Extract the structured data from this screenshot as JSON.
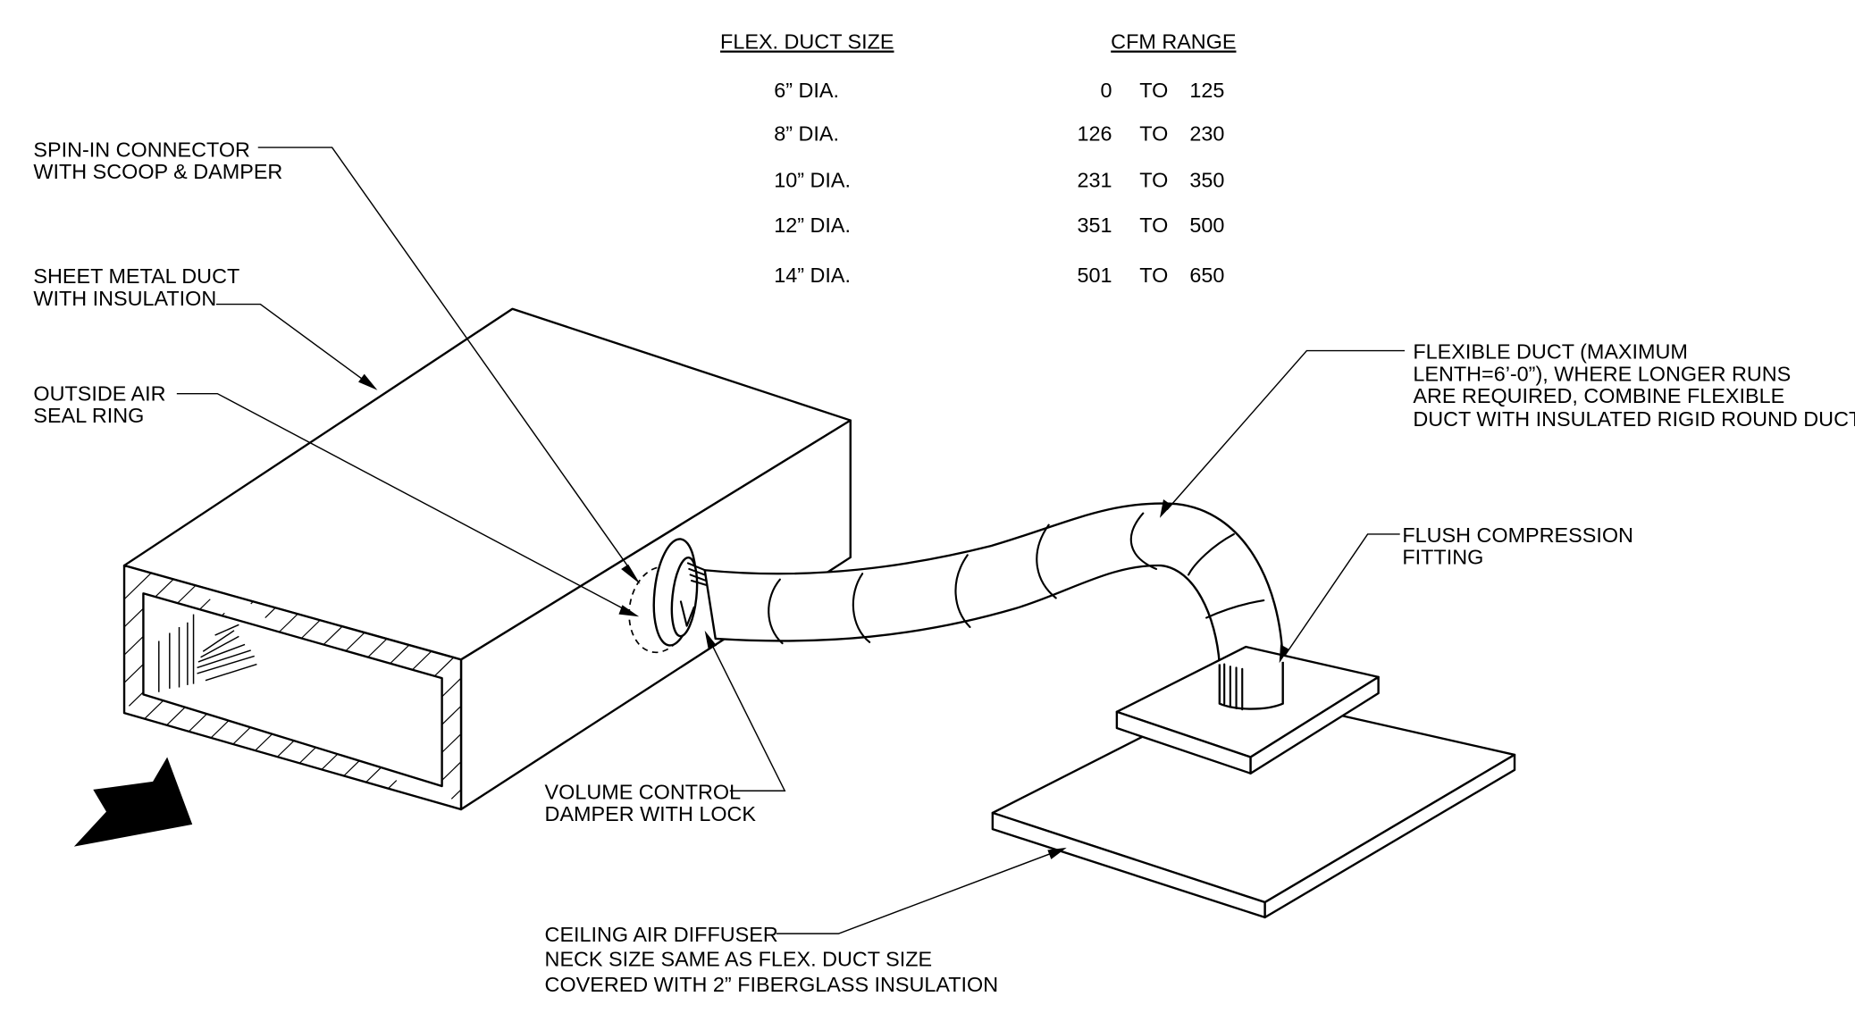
{
  "table": {
    "header_size": "FLEX. DUCT SIZE",
    "header_cfm": "CFM RANGE",
    "rows": [
      {
        "size": "6” DIA.",
        "from": "0",
        "to_word": "TO",
        "to": "125"
      },
      {
        "size": "8” DIA.",
        "from": "126",
        "to_word": "TO",
        "to": "230"
      },
      {
        "size": "10” DIA.",
        "from": "231",
        "to_word": "TO",
        "to": "350"
      },
      {
        "size": "12” DIA.",
        "from": "351",
        "to_word": "TO",
        "to": "500"
      },
      {
        "size": "14” DIA.",
        "from": "501",
        "to_word": "TO",
        "to": "650"
      }
    ]
  },
  "labels": {
    "spin_in": [
      "SPIN-IN CONNECTOR",
      "WITH SCOOP & DAMPER"
    ],
    "sheet_metal": [
      "SHEET METAL DUCT",
      "WITH INSULATION"
    ],
    "seal_ring": [
      "OUTSIDE AIR",
      "SEAL RING"
    ],
    "flexible_duct": [
      "FLEXIBLE DUCT (MAXIMUM",
      "LENTH=6’-0”), WHERE LONGER RUNS",
      "ARE REQUIRED, COMBINE FLEXIBLE",
      "DUCT WITH INSULATED RIGID ROUND DUCT"
    ],
    "flush_fitting": [
      "FLUSH COMPRESSION",
      "FITTING"
    ],
    "volume_damper": [
      "VOLUME CONTROL",
      "DAMPER WITH LOCK"
    ],
    "ceiling_diffuser": [
      "CEILING AIR DIFFUSER",
      "NECK SIZE SAME AS FLEX. DUCT SIZE",
      "COVERED WITH 2” FIBERGLASS INSULATION"
    ]
  }
}
